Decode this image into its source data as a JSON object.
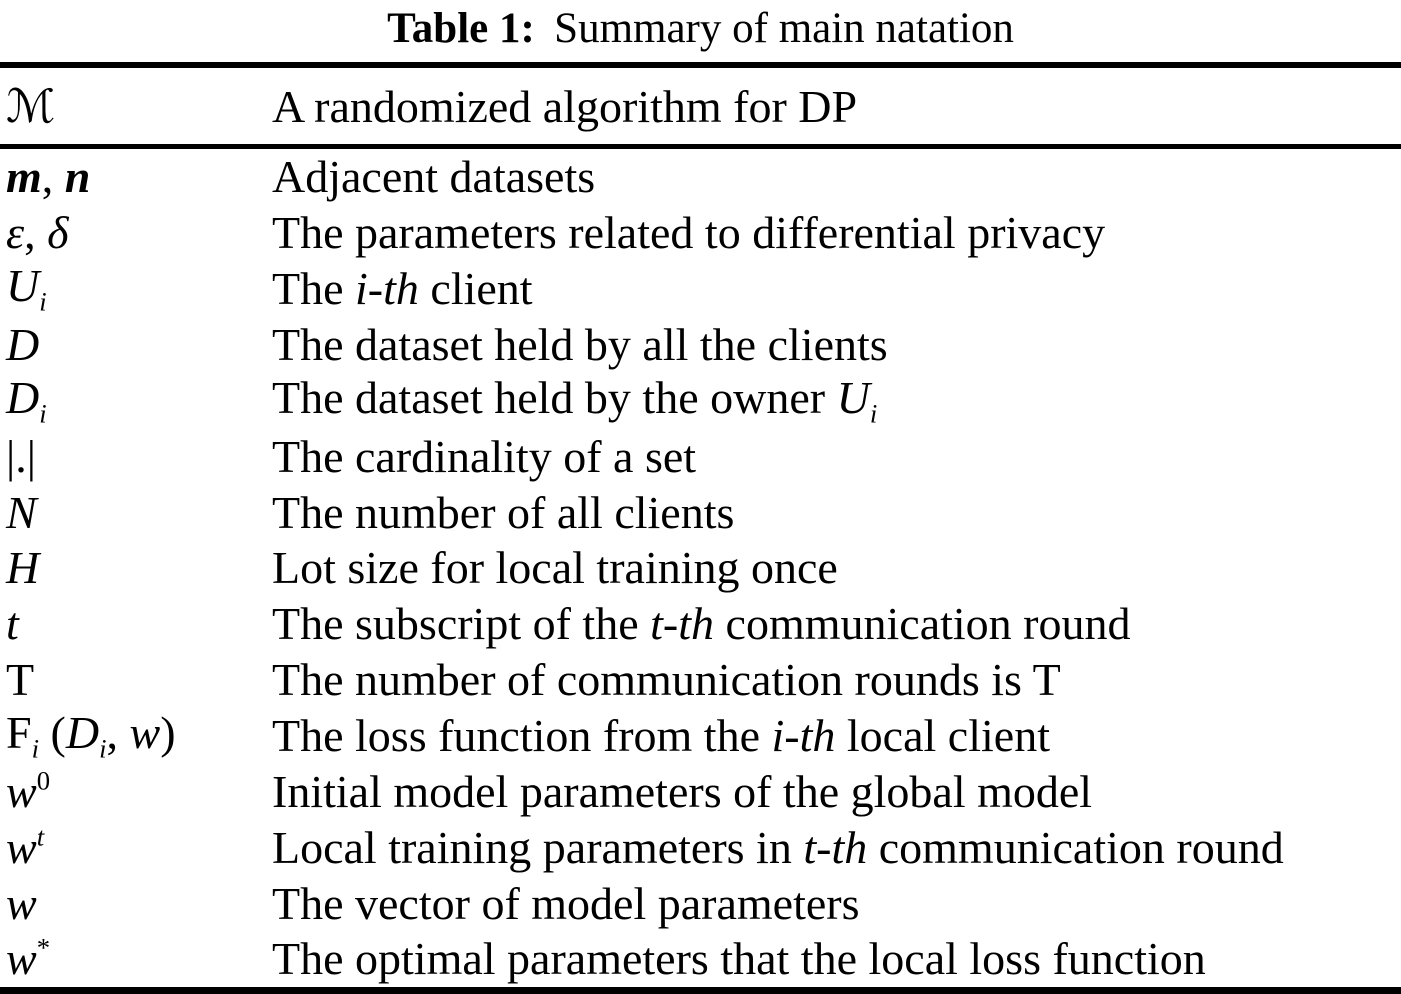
{
  "table": {
    "title_label": "Table 1:",
    "title_text": "Summary of main natation",
    "text_color": "#000000",
    "background_color": "#ffffff",
    "header_row": {
      "symbol": [
        {
          "t": "ℳ",
          "s": "cal"
        }
      ],
      "desc": [
        {
          "t": "A randomized algorithm for DP",
          "s": "r"
        }
      ]
    },
    "rows": [
      {
        "symbol": [
          {
            "t": "m",
            "s": "bi"
          },
          {
            "t": ", ",
            "s": "r"
          },
          {
            "t": "n",
            "s": "bi"
          }
        ],
        "desc": [
          {
            "t": "Adjacent datasets",
            "s": "r"
          }
        ]
      },
      {
        "symbol": [
          {
            "t": "ε",
            "s": "i"
          },
          {
            "t": ", ",
            "s": "r"
          },
          {
            "t": "δ",
            "s": "i"
          }
        ],
        "desc": [
          {
            "t": "The parameters related to differential privacy",
            "s": "r"
          }
        ]
      },
      {
        "symbol": [
          {
            "t": "U",
            "s": "i"
          },
          {
            "t": "i",
            "s": "sub"
          }
        ],
        "desc": [
          {
            "t": "The ",
            "s": "r"
          },
          {
            "t": "i-th",
            "s": "i"
          },
          {
            "t": " client",
            "s": "r"
          }
        ]
      },
      {
        "symbol": [
          {
            "t": "D",
            "s": "i"
          }
        ],
        "desc": [
          {
            "t": "The dataset held by all the clients",
            "s": "r"
          }
        ]
      },
      {
        "symbol": [
          {
            "t": "D",
            "s": "i"
          },
          {
            "t": "i",
            "s": "sub"
          }
        ],
        "desc": [
          {
            "t": "The dataset held by the owner ",
            "s": "r"
          },
          {
            "t": "U",
            "s": "i"
          },
          {
            "t": "i",
            "s": "sub"
          }
        ]
      },
      {
        "symbol": [
          {
            "t": "|.|",
            "s": "r"
          }
        ],
        "desc": [
          {
            "t": "The cardinality of a set",
            "s": "r"
          }
        ]
      },
      {
        "symbol": [
          {
            "t": "N",
            "s": "i"
          }
        ],
        "desc": [
          {
            "t": "The number of all clients",
            "s": "r"
          }
        ]
      },
      {
        "symbol": [
          {
            "t": "H",
            "s": "i"
          }
        ],
        "desc": [
          {
            "t": "Lot size for local training once",
            "s": "r"
          }
        ]
      },
      {
        "symbol": [
          {
            "t": "t",
            "s": "i"
          }
        ],
        "desc": [
          {
            "t": "The subscript of the ",
            "s": "r"
          },
          {
            "t": "t-th",
            "s": "i"
          },
          {
            "t": " communication round",
            "s": "r"
          }
        ]
      },
      {
        "symbol": [
          {
            "t": "T",
            "s": "r"
          }
        ],
        "desc": [
          {
            "t": "The number of communication rounds is T",
            "s": "r"
          }
        ]
      },
      {
        "symbol": [
          {
            "t": "F",
            "s": "r"
          },
          {
            "t": "i",
            "s": "sub"
          },
          {
            "t": " (",
            "s": "r"
          },
          {
            "t": "D",
            "s": "i"
          },
          {
            "t": "i",
            "s": "sub"
          },
          {
            "t": ", ",
            "s": "r"
          },
          {
            "t": "w",
            "s": "i"
          },
          {
            "t": ")",
            "s": "r"
          }
        ],
        "desc": [
          {
            "t": "The loss function from the ",
            "s": "r"
          },
          {
            "t": "i-th",
            "s": "i"
          },
          {
            "t": " local client",
            "s": "r"
          }
        ]
      },
      {
        "symbol": [
          {
            "t": "w",
            "s": "i"
          },
          {
            "t": "0",
            "s": "sup"
          }
        ],
        "desc": [
          {
            "t": "Initial model parameters of the global model",
            "s": "r"
          }
        ]
      },
      {
        "symbol": [
          {
            "t": "w",
            "s": "i"
          },
          {
            "t": "t",
            "s": "supi"
          }
        ],
        "desc": [
          {
            "t": "Local training parameters in ",
            "s": "r"
          },
          {
            "t": "t-th",
            "s": "i"
          },
          {
            "t": " communication round",
            "s": "r"
          }
        ]
      },
      {
        "symbol": [
          {
            "t": "w",
            "s": "i"
          }
        ],
        "desc": [
          {
            "t": "The vector of model parameters",
            "s": "r"
          }
        ]
      },
      {
        "symbol": [
          {
            "t": "w",
            "s": "i"
          },
          {
            "t": "*",
            "s": "sup"
          }
        ],
        "desc": [
          {
            "t": "The optimal parameters that the local loss function",
            "s": "r"
          }
        ]
      }
    ]
  }
}
